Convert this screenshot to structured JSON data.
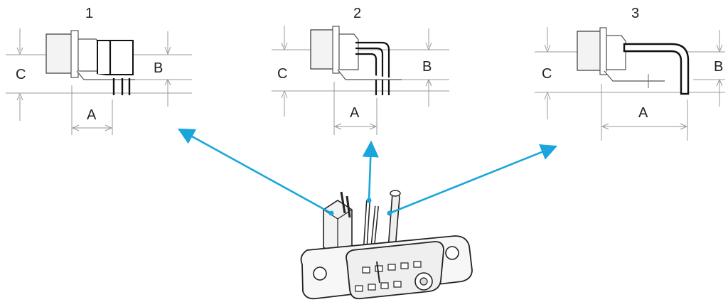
{
  "variants": [
    {
      "number": "1",
      "label_a": "A",
      "label_b": "B",
      "label_c": "C"
    },
    {
      "number": "2",
      "label_a": "A",
      "label_b": "B",
      "label_c": "C"
    },
    {
      "number": "3",
      "label_a": "A",
      "label_b": "B",
      "label_c": "C"
    }
  ],
  "colors": {
    "arrow": "#1aa6dc",
    "line": "#333333",
    "dimension": "#999999"
  },
  "arrow_icon": "arrow-icon"
}
